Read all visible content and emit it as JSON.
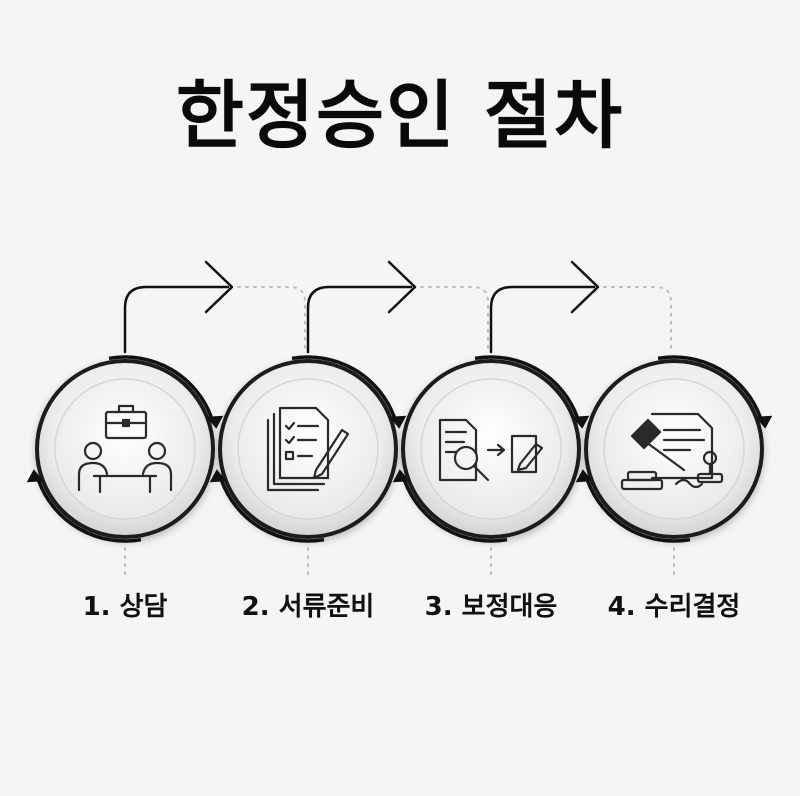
{
  "title": "한정승인 절차",
  "steps": [
    {
      "label": "1. 상담",
      "icon": "consultation-meeting-icon"
    },
    {
      "label": "2. 서류준비",
      "icon": "document-checklist-pen-icon"
    },
    {
      "label": "3. 보정대응",
      "icon": "document-review-correction-icon"
    },
    {
      "label": "4. 수리결정",
      "icon": "gavel-stamp-decision-icon"
    }
  ],
  "colors": {
    "background": "#f5f5f5",
    "ink": "#0a0a0a",
    "ring": "#111111",
    "dotted": "#bdbdbd"
  }
}
